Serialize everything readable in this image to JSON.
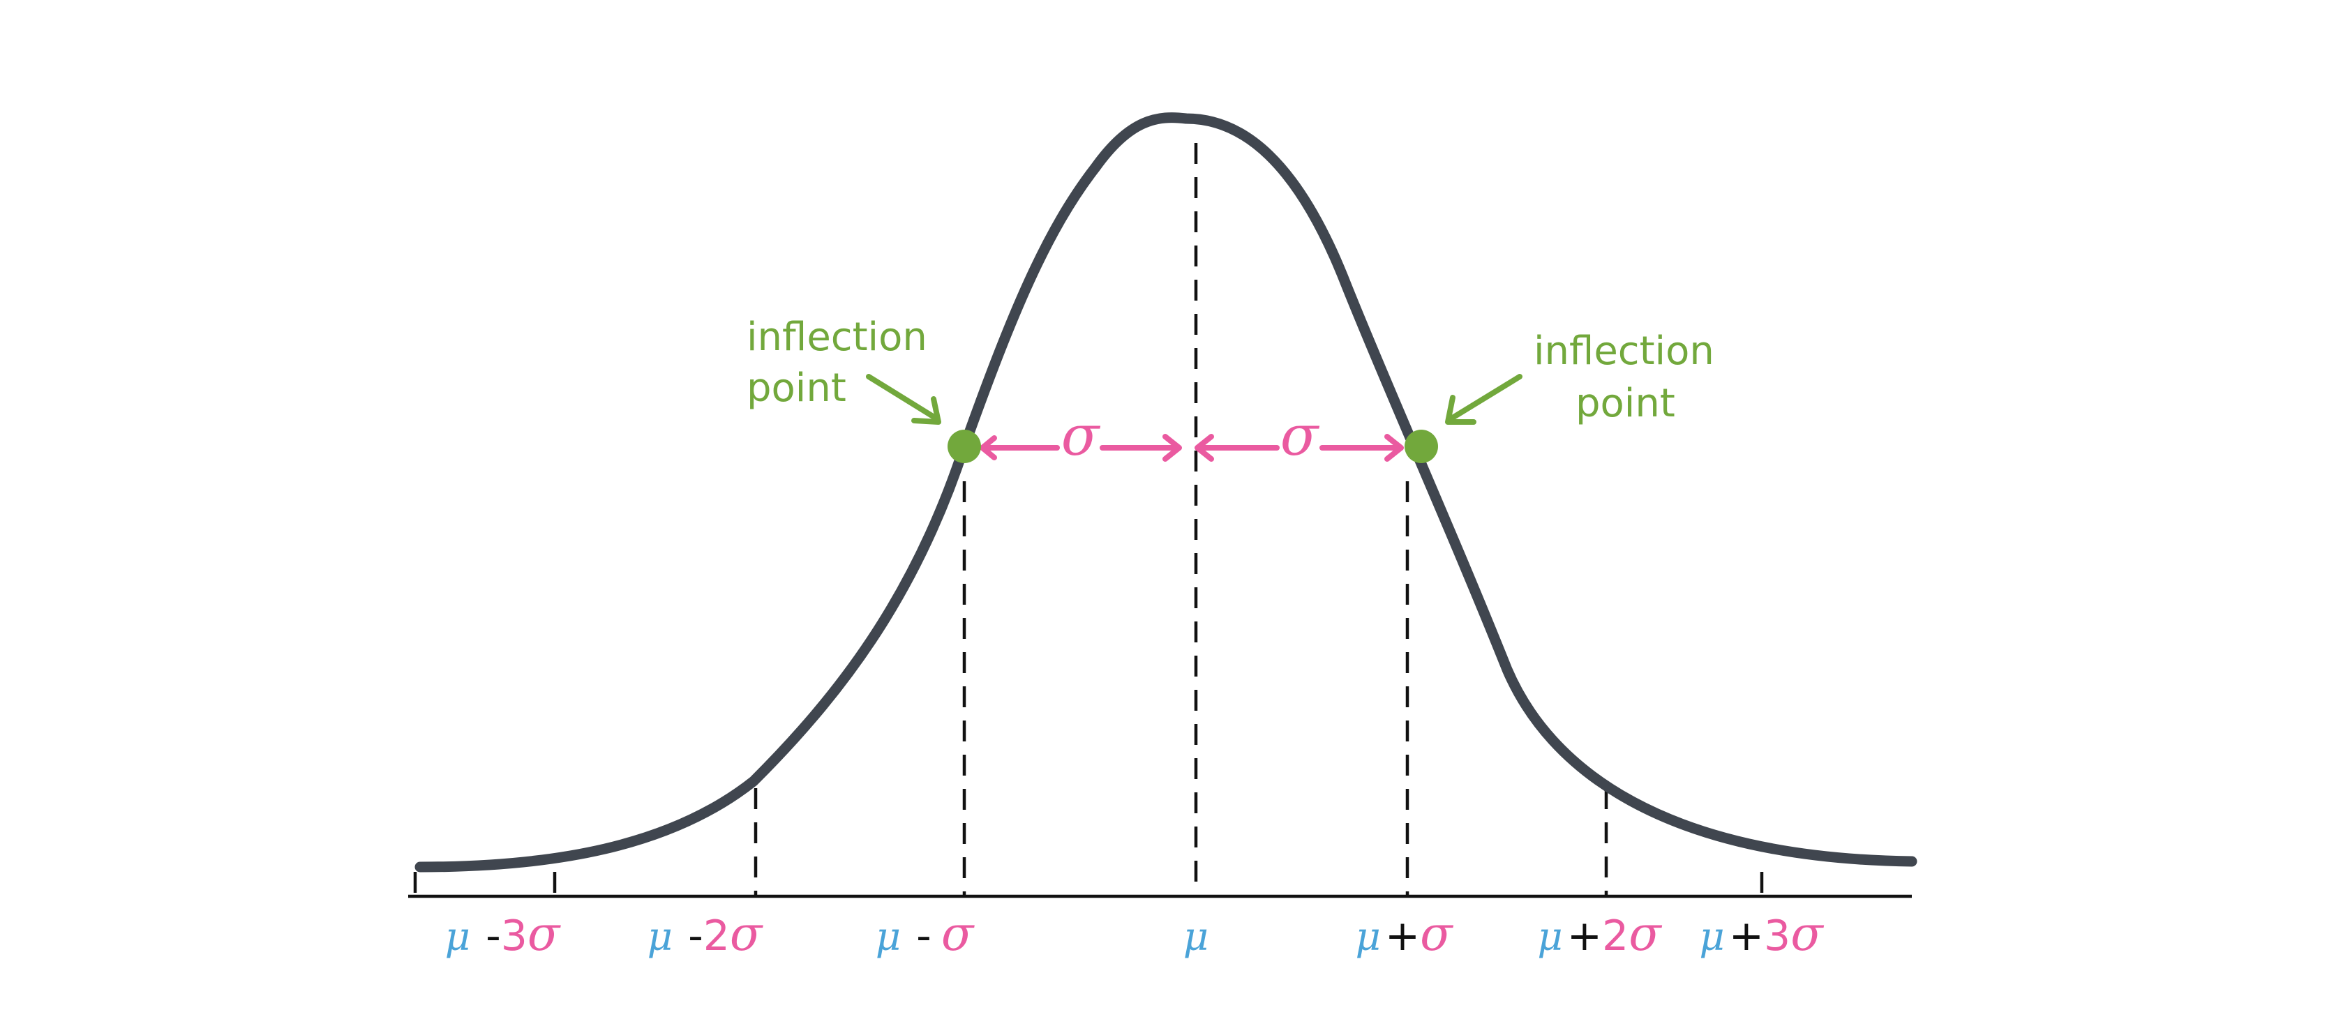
{
  "colors": {
    "curve": "#40464f",
    "mu": "#4aa3d8",
    "sigma": "#ea5aa0",
    "operator": "#111111",
    "inflection": "#72a83c"
  },
  "symbols": {
    "mu": "μ",
    "sigma": "σ"
  },
  "inflection": {
    "left_line1": "inflection",
    "left_line2": "point",
    "right_line1": "inflection",
    "right_line2": "point"
  },
  "axis_labels": [
    {
      "id": "m3",
      "mu": "μ",
      "op": "-",
      "coef": "3",
      "sigma": "σ"
    },
    {
      "id": "m2",
      "mu": "μ",
      "op": "-",
      "coef": "2",
      "sigma": "σ"
    },
    {
      "id": "m1",
      "mu": "μ",
      "op": "-",
      "coef": "",
      "sigma": "σ"
    },
    {
      "id": "c0",
      "mu": "μ",
      "op": "",
      "coef": "",
      "sigma": ""
    },
    {
      "id": "p1",
      "mu": "μ",
      "op": "+",
      "coef": "",
      "sigma": "σ"
    },
    {
      "id": "p2",
      "mu": "μ",
      "op": "+",
      "coef": "2",
      "sigma": "σ"
    },
    {
      "id": "p3",
      "mu": "μ",
      "op": "+",
      "coef": "3",
      "sigma": "σ"
    }
  ]
}
